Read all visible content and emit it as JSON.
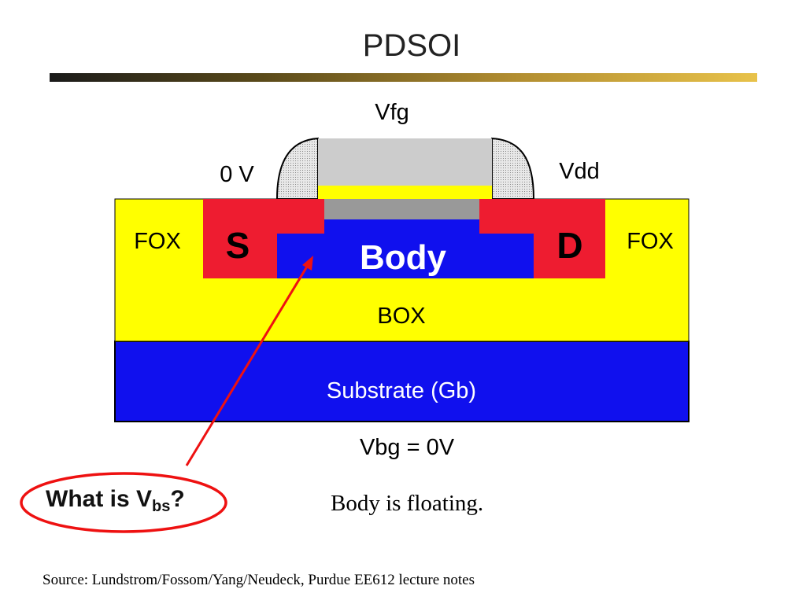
{
  "title": "PDSOI",
  "labels": {
    "gate": "Vfg",
    "source_voltage": "0 V",
    "drain_voltage": "Vdd",
    "fox_left": "FOX",
    "fox_right": "FOX",
    "source": "S",
    "drain": "D",
    "body": "Body",
    "box": "BOX",
    "substrate": "Substrate (Gb)",
    "back_gate": "Vbg = 0V"
  },
  "question": {
    "prefix": "What is V",
    "subscript": "bs",
    "suffix": "?"
  },
  "caption": "Body is floating.",
  "source_note": "Source: Lundstrom/Fossom/Yang/Neudeck, Purdue EE612 lecture notes",
  "colors": {
    "oxide": "#ffff00",
    "source_drain": "#ee1c30",
    "body": "#1010ee",
    "substrate": "#1010ee",
    "gate": "#cccccc",
    "gate_oxide": "#999999",
    "spacer": "#d8d8d8",
    "arrow": "#ee1111"
  }
}
